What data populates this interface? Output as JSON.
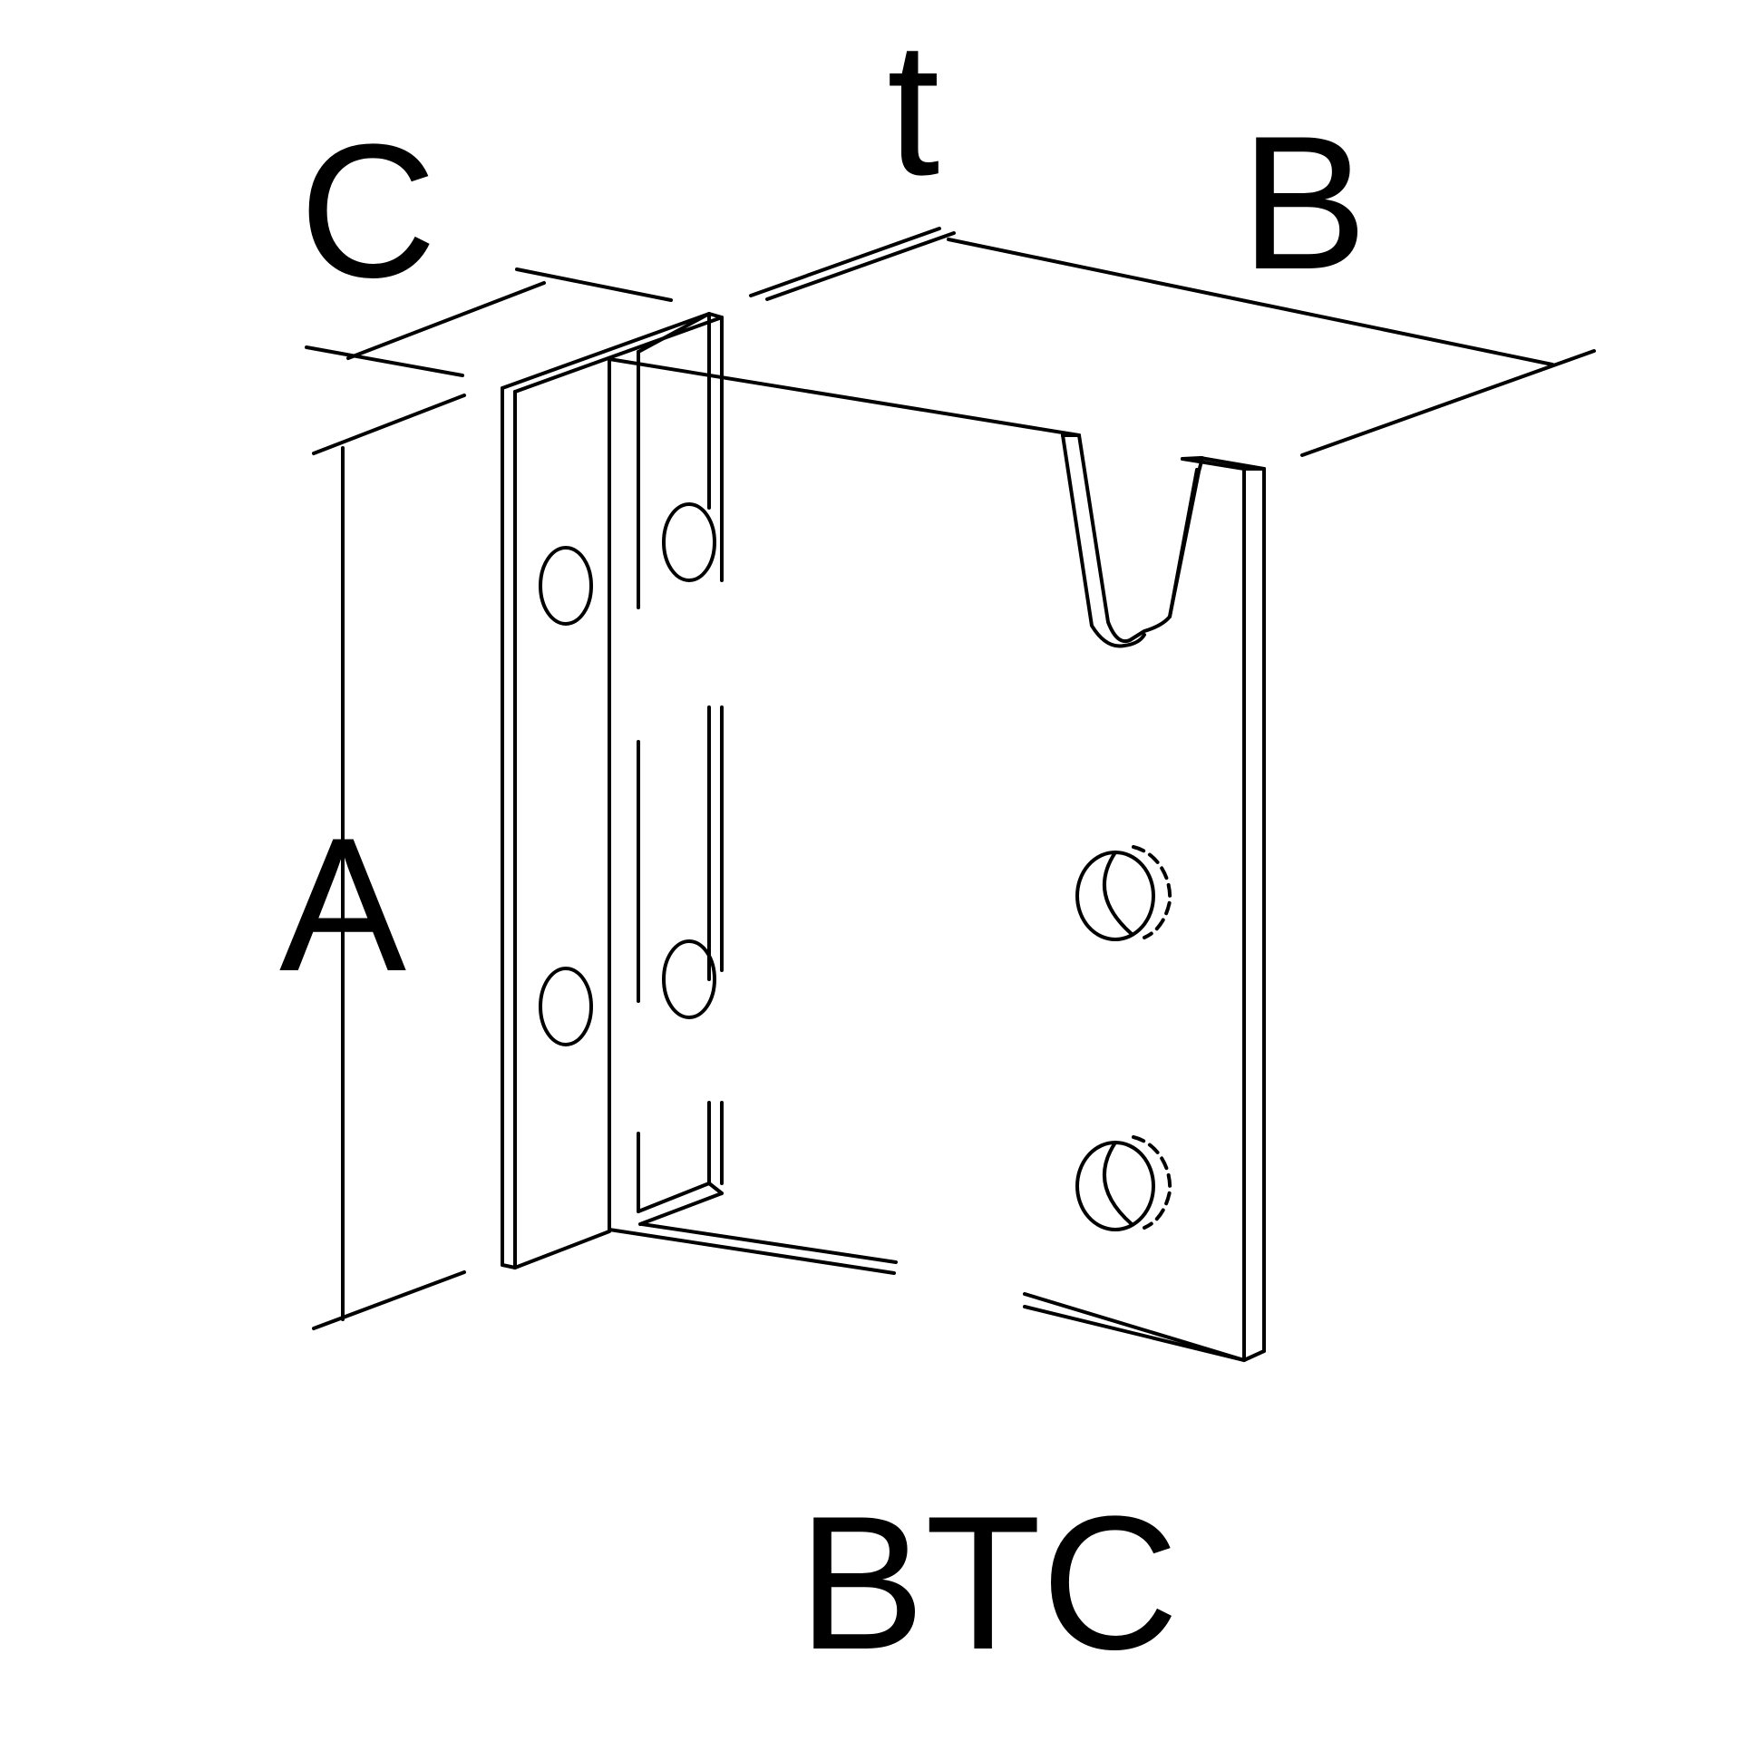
{
  "labels": {
    "dim_a": "A",
    "dim_b": "B",
    "dim_c": "C",
    "dim_t": "t",
    "model": "BTC"
  },
  "colors": {
    "line": "#000000",
    "background": "#ffffff"
  }
}
